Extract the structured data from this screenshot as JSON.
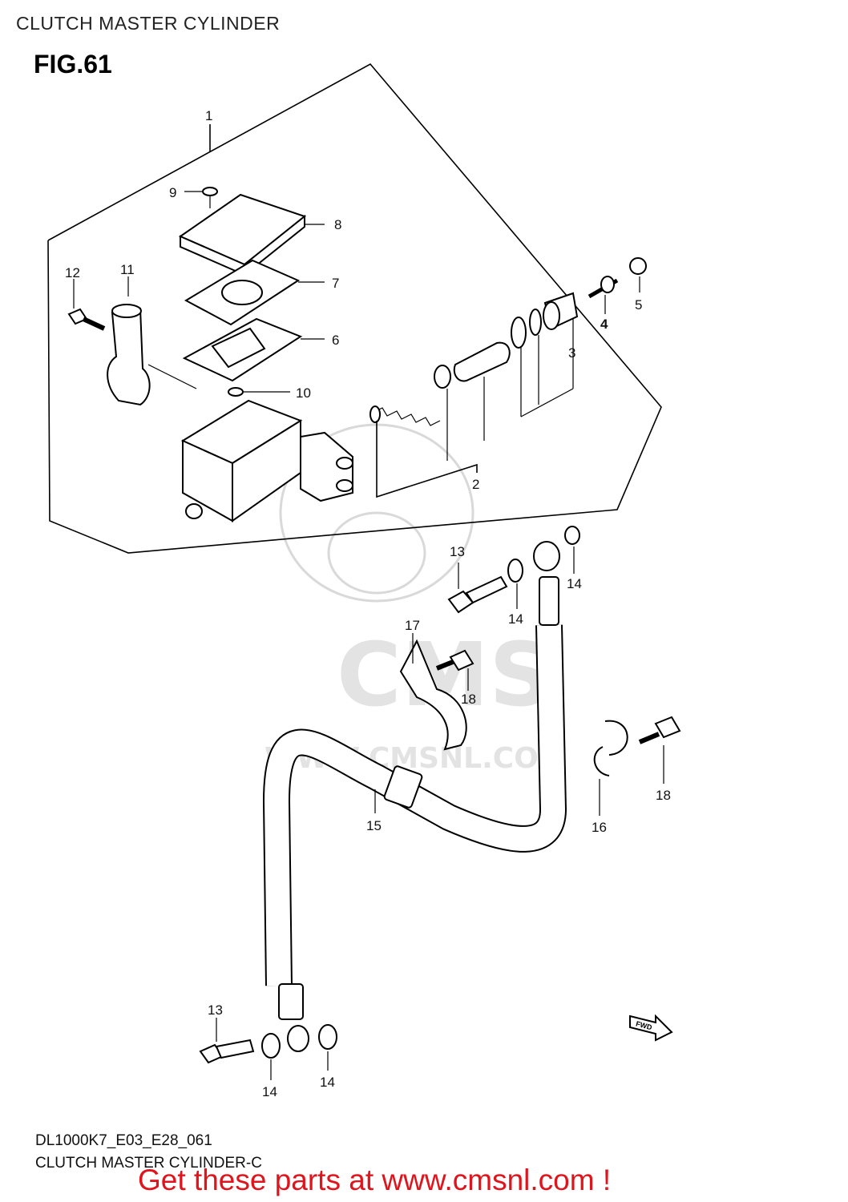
{
  "header": {
    "title": "CLUTCH MASTER CYLINDER",
    "figure": "FIG.61"
  },
  "watermark": {
    "brand": "CMS",
    "url": "WWW.CMSNL.COM"
  },
  "callouts": {
    "c1": "1",
    "c2": "2",
    "c3": "3",
    "c4": "4",
    "c5": "5",
    "c6": "6",
    "c7": "7",
    "c8": "8",
    "c9": "9",
    "c10": "10",
    "c11": "11",
    "c12": "12",
    "c13a": "13",
    "c13b": "13",
    "c14a": "14",
    "c14b": "14",
    "c14c": "14",
    "c14d": "14",
    "c15": "15",
    "c16": "16",
    "c17": "17",
    "c18a": "18",
    "c18b": "18"
  },
  "fwd_label": "FWD",
  "footer": {
    "model_code": "DL1000K7_E03_E28_061",
    "description": "CLUTCH MASTER CYLINDER-C",
    "promo": "Get these parts at www.cmsnl.com !"
  },
  "colors": {
    "promo": "#e0141c",
    "watermark": "#d9d9d9"
  }
}
